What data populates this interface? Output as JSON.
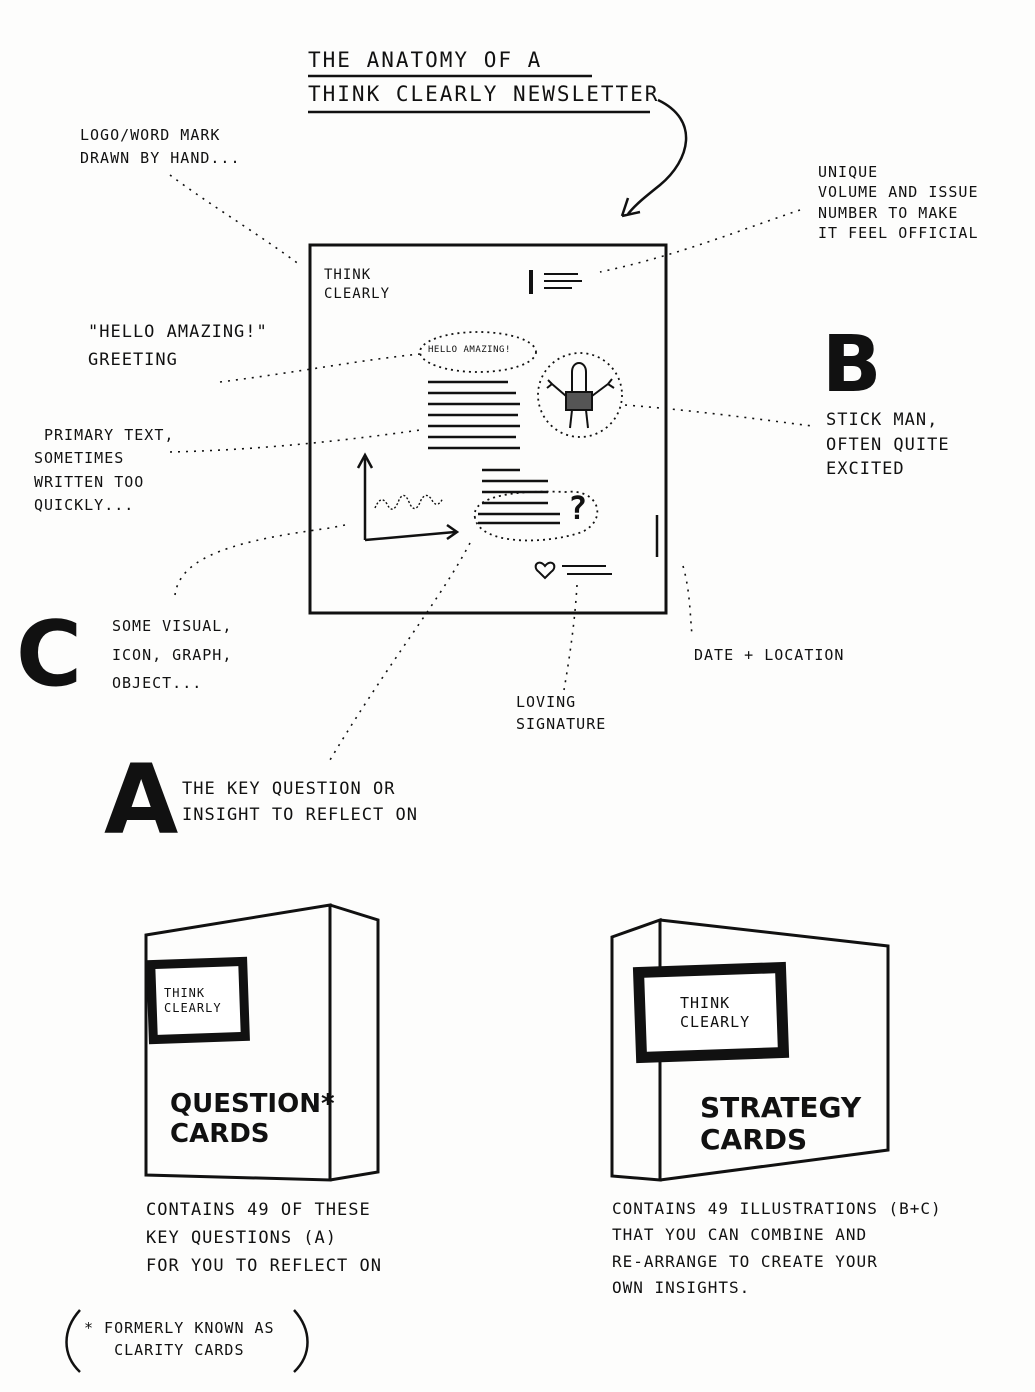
{
  "title": {
    "line1": "THE ANATOMY OF A",
    "line2": "THINK CLEARLY NEWSLETTER"
  },
  "annotations": {
    "logo": [
      "LOGO/WORD MARK",
      "DRAWN BY HAND..."
    ],
    "volume": [
      "UNIQUE",
      "VOLUME AND ISSUE",
      "NUMBER TO MAKE",
      "IT FEEL OFFICIAL"
    ],
    "greeting": [
      "\"HELLO AMAZING!\"",
      "GREETING"
    ],
    "primary_text": [
      "PRIMARY TEXT,",
      "SOMETIMES",
      "WRITTEN TOO",
      "QUICKLY..."
    ],
    "stick_man": [
      "STICK MAN,",
      "OFTEN QUITE",
      "EXCITED"
    ],
    "visual": [
      "SOME VISUAL,",
      "ICON, GRAPH,",
      "OBJECT..."
    ],
    "date_location": "DATE + LOCATION",
    "signature": [
      "LOVING",
      "SIGNATURE"
    ],
    "key_question": [
      "THE KEY QUESTION OR",
      "INSIGHT TO REFLECT ON"
    ]
  },
  "letters": {
    "a": "A",
    "b": "B",
    "c": "C"
  },
  "newsletter": {
    "logo": [
      "THINK",
      "CLEARLY"
    ],
    "greeting_bubble": "HELLO AMAZING!",
    "question_mark": "?"
  },
  "boxes": {
    "question": {
      "logo": [
        "THINK",
        "CLEARLY"
      ],
      "label": [
        "QUESTION*",
        "CARDS"
      ],
      "caption": [
        "CONTAINS 49 OF THESE",
        "KEY QUESTIONS (A)",
        "FOR YOU TO REFLECT ON"
      ]
    },
    "strategy": {
      "logo": [
        "THINK",
        "CLEARLY"
      ],
      "label": [
        "STRATEGY",
        "CARDS"
      ],
      "caption": [
        "CONTAINS 49 ILLUSTRATIONS (B+C)",
        "THAT YOU CAN COMBINE AND",
        "RE-ARRANGE TO CREATE YOUR",
        "OWN INSIGHTS."
      ]
    }
  },
  "footnote": [
    "* FORMERLY KNOWN AS",
    "CLARITY CARDS"
  ]
}
